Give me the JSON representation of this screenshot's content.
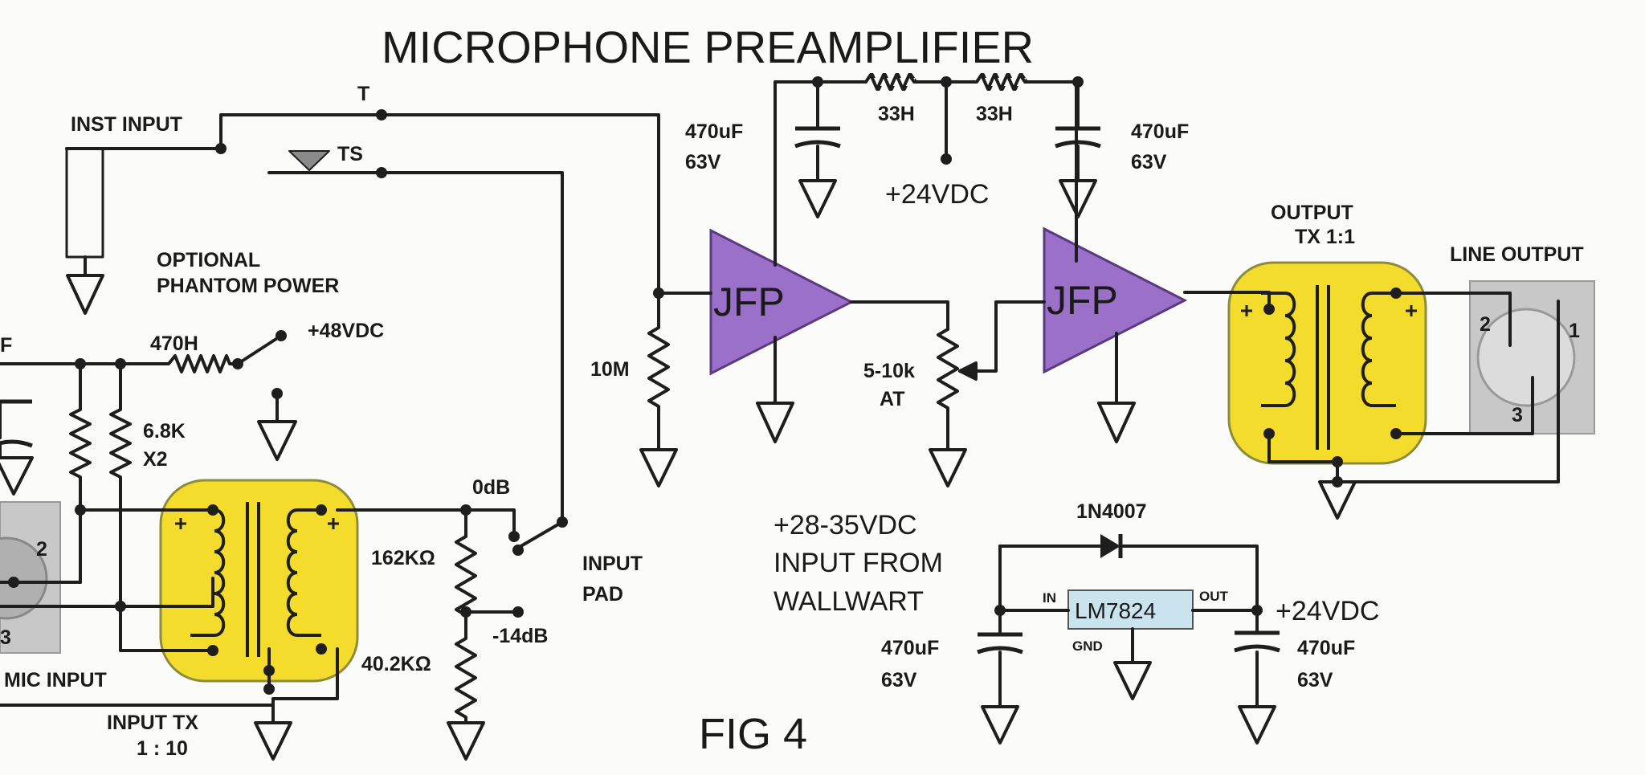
{
  "title": "MICROPHONE PREAMPLIFIER",
  "figure": "FIG 4",
  "colors": {
    "amplifier": "#9a70c8",
    "transformer": "#f4dc2c",
    "connector": "#c8c8c8",
    "regulator": "#c9e4ee",
    "wire": "#1e1e1e"
  },
  "inst_input": {
    "label": "INST INPUT",
    "tip": "T",
    "switched": "TS"
  },
  "phantom": {
    "label_line1": "OPTIONAL",
    "label_line2": "PHANTOM POWER",
    "voltage": "+48VDC",
    "resistor": "470H",
    "resistors_value": "6.8K",
    "resistors_count": "X2",
    "cap_label_partial": "F"
  },
  "mic_input": {
    "label": "MIC INPUT",
    "pin2": "2",
    "pin3": "3"
  },
  "input_tx": {
    "label_line1": "INPUT TX",
    "label_line2": "1 : 10"
  },
  "input_pad": {
    "label_line1": "INPUT",
    "label_line2": "PAD",
    "level_0": "0dB",
    "level_14": "-14dB",
    "r_top": "162KΩ",
    "r_bottom": "40.2KΩ"
  },
  "amp1": {
    "label": "JFP",
    "input_resistor": "10M",
    "cap_label": "470uF",
    "cap_voltage": "63V"
  },
  "supply_filter": {
    "r1": "33H",
    "r2": "33H",
    "rail": "+24VDC"
  },
  "amp2": {
    "label": "JFP",
    "cap_label": "470uF",
    "cap_voltage": "63V"
  },
  "gain_pot": {
    "label_line1": "5-10k",
    "label_line2": "AT"
  },
  "output_tx": {
    "label_line1": "OUTPUT",
    "label_line2": "TX 1:1"
  },
  "line_output": {
    "label": "LINE OUTPUT",
    "pin1": "1",
    "pin2": "2",
    "pin3": "3"
  },
  "power": {
    "input_line1": "+28-35VDC",
    "input_line2": "INPUT FROM",
    "input_line3": "WALLWART",
    "diode": "1N4007",
    "regulator": "LM7824",
    "pin_in": "IN",
    "pin_out": "OUT",
    "pin_gnd": "GND",
    "output": "+24VDC",
    "cap_in_label": "470uF",
    "cap_in_voltage": "63V",
    "cap_out_label": "470uF",
    "cap_out_voltage": "63V"
  }
}
